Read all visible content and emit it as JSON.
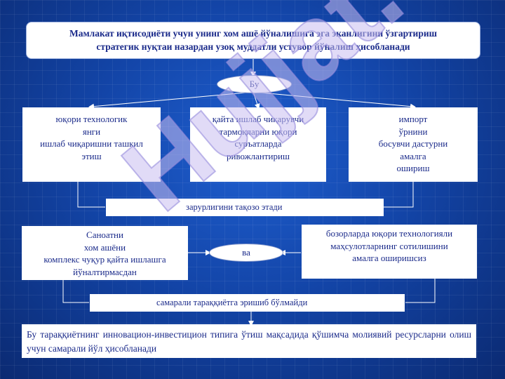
{
  "title": "Мамлакат иқтисодиёти учун унинг хом ашё йўналишига эга эканлигини ўзгартириш стратегик нуқтаи назардан узоқ муддатли устувор йўналиш ҳисобланади",
  "bu_label": "Бу",
  "block1": [
    "юқори технологик",
    "янги",
    "ишлаб чиқаришни ташкил",
    "этиш"
  ],
  "block2": [
    "қайта ишлаб чиқарувчи",
    "тармоқларни юқори",
    "суръатларда",
    "ривожлантириш"
  ],
  "block3": [
    "импорт",
    "ўрнини",
    "босувчи дастурни",
    "амалга",
    "ошириш"
  ],
  "bar1": "зарурлигини тақозо этади",
  "block4": [
    "Саноатни",
    "хом ашёни",
    "комплекс чуқур қайта ишлашга",
    "йўналтирмасдан"
  ],
  "va_label": "ва",
  "block5": [
    "бозорларда юқори технологияли",
    "маҳсулотларнинг сотилишини",
    "амалга оширишсиз"
  ],
  "bar2": "самарали тараққиётга эришиб бўлмайди",
  "bottom_text": "Бу тараққиётнинг инновацион-инвестицион типига ўтиш мақсадида қўшимча молиявий ресурсларни олиш учун самарали йўл ҳисобланади",
  "watermark": "Hujjat.uz",
  "colors": {
    "background": "#1345a8",
    "box": "#ffffff",
    "text": "#1a2a8a",
    "connector": "#ffffff"
  }
}
